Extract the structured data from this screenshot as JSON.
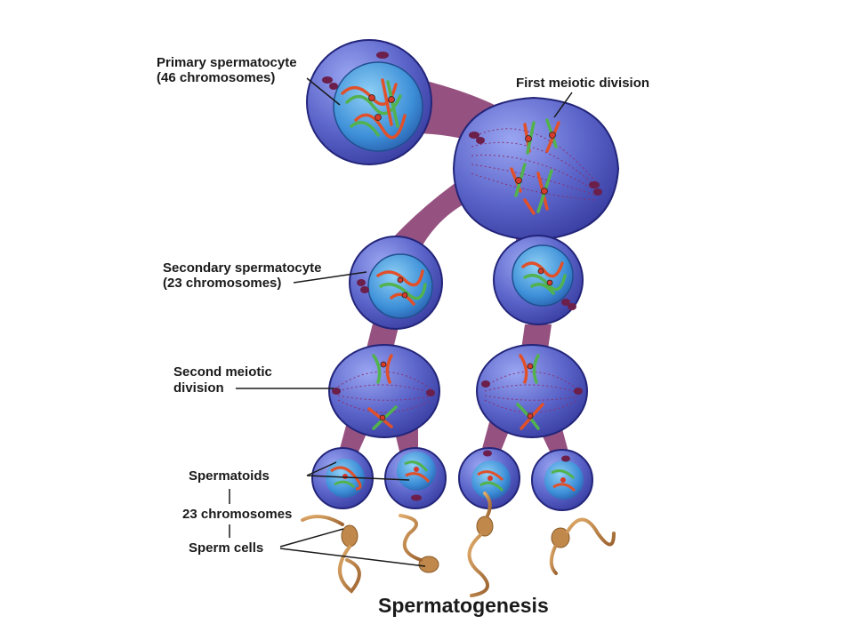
{
  "diagram": {
    "title": "Spermatogenesis",
    "labels": {
      "primary_line1": "Primary spermatocyte",
      "primary_line2": "(46 chromosomes)",
      "first_division": "First meiotic division",
      "secondary_line1": "Secondary spermatocyte",
      "secondary_line2": "(23 chromosomes)",
      "second_line1": "Second meiotic",
      "second_line2": "division",
      "spermatoids": "Spermatoids",
      "chromosomes_23": "23 chromosomes",
      "sperm_cells": "Sperm cells"
    },
    "colors": {
      "cell_fill": "#5b64c9",
      "cell_outline": "#23257a",
      "nucleus_fill": "#3d8fd8",
      "bridge": "#8a3f72",
      "chromosome_red": "#e0502a",
      "chromosome_green": "#52b24e",
      "centrosome": "#6b1f4a",
      "sperm": "#c0884a"
    }
  }
}
